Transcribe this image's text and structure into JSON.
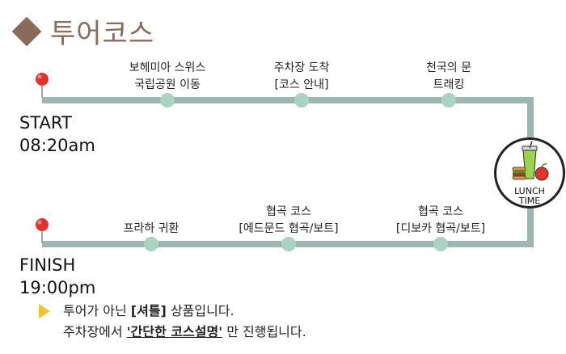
{
  "title": "투어코스",
  "start": {
    "label": "START",
    "time": "08:20am"
  },
  "finish": {
    "label": "FINISH",
    "time": "19:00pm"
  },
  "top_stops": [
    {
      "line1": "보헤미아 스위스",
      "line2": "국립공원 이동"
    },
    {
      "line1": "주차장 도착",
      "line2": "[코스 안내]"
    },
    {
      "line1": "천국의 문",
      "line2": "트래킹"
    }
  ],
  "bottom_stops": [
    {
      "line1": "프라하 귀환"
    },
    {
      "line1": "협곡 코스",
      "line2": "[에드문드 협곡/보트]"
    },
    {
      "line1": "협곡 코스",
      "line2": "[디보카 협곡/보트]"
    }
  ],
  "lunch": {
    "line1": "LUNCH",
    "line2": "TIME",
    "icon": "lunch-meal-icon"
  },
  "notice": {
    "icon": "triangle-arrow-icon",
    "line1_pre": "투어가 아닌 ",
    "line1_bold": "[셔틀]",
    "line1_post": " 상품입니다.",
    "line2_pre": "주차장에서 ",
    "line2_bold": "'간단한 코스설명'",
    "line2_post": " 만 진행됩니다."
  },
  "colors": {
    "title": "#8a6b5a",
    "track": "#9db6b1",
    "dot": "#a9d4bf",
    "pin": "#e0342b",
    "arrow": "#f2c230"
  }
}
